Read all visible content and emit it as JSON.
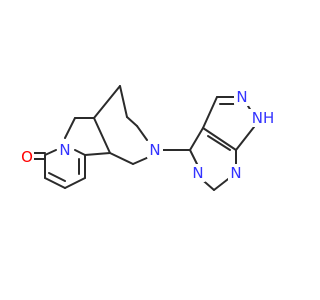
{
  "molecule": {
    "colors": {
      "bond": "#2b2b2b",
      "nitrogen": "#3333ff",
      "oxygen": "#ff0000",
      "background": "#ffffff"
    },
    "labels": {
      "oxygen": "O",
      "n_pyridone": "N",
      "n_amine": "N",
      "n_pyrazole_top": "N",
      "nh_pyrazole": "NH",
      "n_pyrimidine_left": "N",
      "n_pyrimidine_right": "N"
    }
  }
}
